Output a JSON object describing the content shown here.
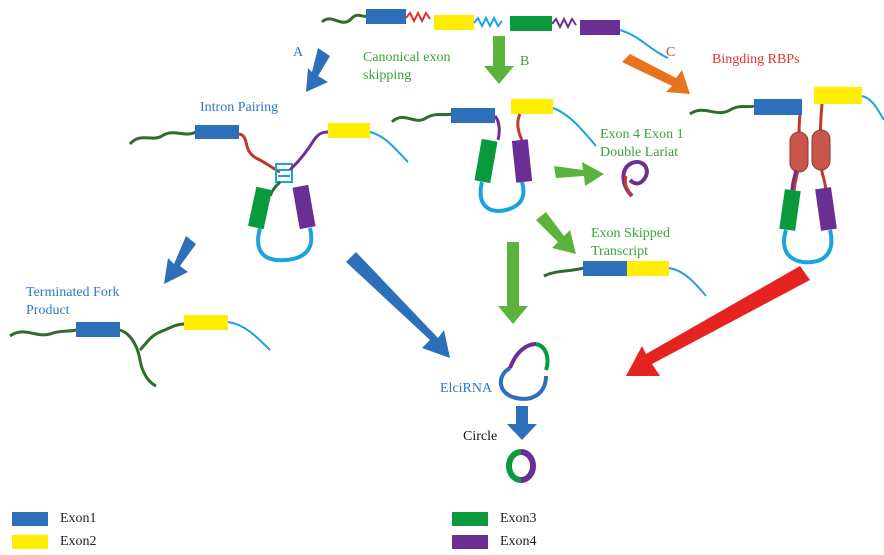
{
  "colors": {
    "exon1": "#2e6fba",
    "exon2": "#ffee00",
    "exon3": "#0a9a3e",
    "exon4": "#6b2f94",
    "intron_green": "#2f6b2a",
    "intron_cyan": "#1ba3de",
    "intron_red": "#c0392b",
    "arrow_blue": "#2e6fba",
    "arrow_green": "#5bb33c",
    "arrow_orange": "#e8731e",
    "arrow_red": "#e52421",
    "rbp": "#c8564a"
  },
  "labels": {
    "path_a": "A",
    "path_b": "B",
    "path_c": "C",
    "canonical_line1": "Canonical exon",
    "canonical_line2": "skipping",
    "binding_rbps": "Bingding RBPs",
    "intron_pairing": "Intron Pairing",
    "double_lariat_line1": "Exon 4 Exon 1",
    "double_lariat_line2": "Double Lariat",
    "exon_skipped_line1": "Exon Skipped",
    "exon_skipped_line2": "Transcript",
    "terminated_fork_line1": "Terminated Fork",
    "terminated_fork_line2": "Product",
    "elcirna": "ElciRNA",
    "circle": "Circle"
  },
  "legend": [
    {
      "key": "exon1",
      "label": "Exon1"
    },
    {
      "key": "exon2",
      "label": "Exon2"
    },
    {
      "key": "exon3",
      "label": "Exon3"
    },
    {
      "key": "exon4",
      "label": "Exon4"
    }
  ]
}
